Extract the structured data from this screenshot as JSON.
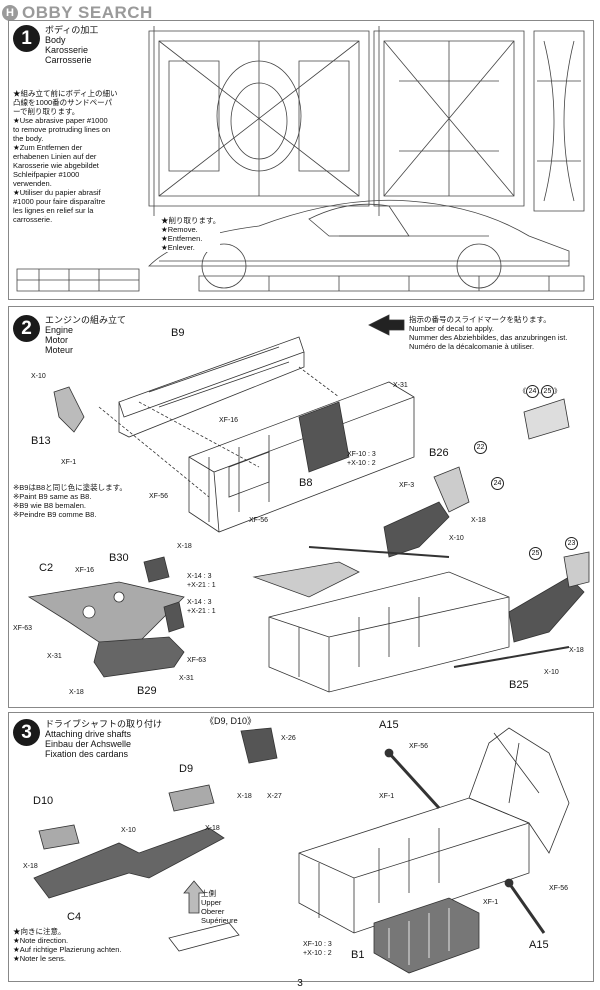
{
  "watermark": {
    "badge": "H",
    "text": "OBBY SEARCH"
  },
  "page_number": "3",
  "step1": {
    "number": "1",
    "title_ja": "ボディの加工",
    "title_en": "Body",
    "title_de": "Karosserie",
    "title_fr": "Carrosserie",
    "instructions": [
      "★組み立て前にボディ上の細い",
      "凸線を1000番のサンドペーパ",
      "ーで削り取ります。",
      "★Use abrasive paper #1000",
      "to remove protruding lines on",
      "the body.",
      "★Zum Entfernen der",
      "erhabenen Linien auf der",
      "Karosserie wie abgebildet",
      "Schleifpapier #1000",
      "verwenden.",
      "★Utiliser du papier abrasif",
      "#1000 pour faire disparaître",
      "les lignes en relief sur la",
      "carrosserie."
    ],
    "remove_note": [
      "★削り取ります。",
      "★Remove.",
      "★Entfernen.",
      "★Enlever."
    ]
  },
  "step2": {
    "number": "2",
    "title_ja": "エンジンの組み立て",
    "title_en": "Engine",
    "title_de": "Motor",
    "title_fr": "Moteur",
    "decal_note": [
      "指示の番号のスライドマークを貼ります。",
      "Number of decal to apply.",
      "Nummer des Abziehbildes, das anzubringen ist.",
      "Numéro de la décalcomanie à utiliser."
    ],
    "paint_note": [
      "※B9はB8と同じ色に塗装します。",
      "※Paint B9 same as B8.",
      "※B9 wie B8 bemalen.",
      "※Peindre B9 comme B8."
    ],
    "part_labels": {
      "b9": "B9",
      "b13": "B13",
      "b8": "B8",
      "b26": "B26",
      "c2": "C2",
      "b30": "B30",
      "b29": "B29",
      "b25": "B25"
    },
    "screw_labels": {
      "x10_a": "X-10",
      "xf1": "XF-1",
      "xf16_a": "XF-16",
      "x31_a": "X-31",
      "x10_mix": "XF-10 : 3",
      "x10_mix2": "+X-10 : 2",
      "xf56_a": "XF-56",
      "xf56_b": "XF-56",
      "xf3": "XF-3",
      "x18_a": "X-18",
      "x10_b": "X-10",
      "x18_b": "X-18",
      "xf16_b": "XF-16",
      "x14_a": "X-14 : 3",
      "x21_a": "+X-21 : 1",
      "x14_b": "X-14 : 3",
      "x21_b": "+X-21 : 1",
      "xf63_a": "XF-63",
      "xf63_b": "XF-63",
      "x31_b": "X-31",
      "x31_c": "X-31",
      "x18_c": "X-18",
      "x18_d": "X-18",
      "x10_c": "X-10"
    },
    "decal_nums": {
      "d24_25a": "24",
      "d24_25b": "25",
      "d22": "22",
      "d24": "24",
      "d25": "25",
      "d23": "23"
    }
  },
  "step3": {
    "number": "3",
    "title_ja": "ドライブシャフトの取り付け",
    "title_en": "Attaching drive shafts",
    "title_de": "Einbau der Achswelle",
    "title_fr": "Fixation des cardans",
    "inset_title": "《D9, D10》",
    "part_labels": {
      "d9": "D9",
      "d10": "D10",
      "c4": "C4",
      "a15_top": "A15",
      "a15_bot": "A15",
      "b1": "B1"
    },
    "screw_labels": {
      "x26": "X-26",
      "x18_in": "X-18",
      "x27": "X-27",
      "x10": "X-10",
      "x18_a": "X-18",
      "x18_b": "X-18",
      "xf56_a": "XF-56",
      "xf1_a": "XF-1",
      "xf56_b": "XF-56",
      "xf1_b": "XF-1",
      "mix1": "XF-10 : 3",
      "mix2": "+X-10 : 2"
    },
    "upper": [
      "上側",
      "Upper",
      "Oberer",
      "Supérieure"
    ],
    "direction_note": [
      "★向きに注意。",
      "★Note direction.",
      "★Auf richtige Plazierung achten.",
      "★Noter le sens."
    ]
  }
}
